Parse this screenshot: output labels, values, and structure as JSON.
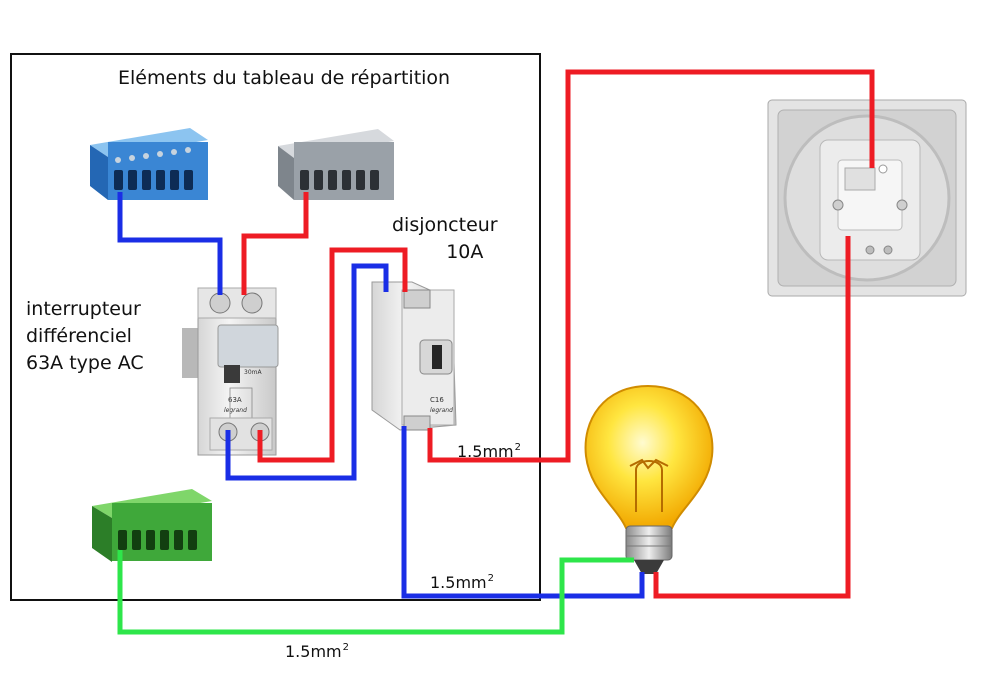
{
  "panel_title": "Eléments du tableau de répartition",
  "rcd": {
    "label_line1": "interrupteur",
    "label_line2": "différenciel",
    "label_line3": "63A type AC",
    "marking_sensitivity": "30mA",
    "marking_rating": "63A",
    "brand": "legrand"
  },
  "breaker": {
    "label_line1": "disjoncteur",
    "label_line2": "10A",
    "marking_curve": "C16",
    "brand": "legrand"
  },
  "cable_sections": [
    {
      "value": "1.5mm",
      "exponent": "2"
    },
    {
      "value": "1.5mm",
      "exponent": "2"
    },
    {
      "value": "1.5mm",
      "exponent": "2"
    }
  ],
  "colors": {
    "phase": "#ee1c24",
    "neutral": "#1a2ee6",
    "earth": "#2ee64a",
    "neutral_bar": "#3a86d4",
    "phase_bar": "#9aa1a8",
    "earth_bar": "#3fa83a",
    "bulb": "#f8c400"
  },
  "icons": [
    "blue-neutral-terminal-bar",
    "grey-phase-terminal-bar",
    "green-earth-terminal-bar",
    "rcd-device",
    "circuit-breaker",
    "wall-switch",
    "light-bulb"
  ]
}
